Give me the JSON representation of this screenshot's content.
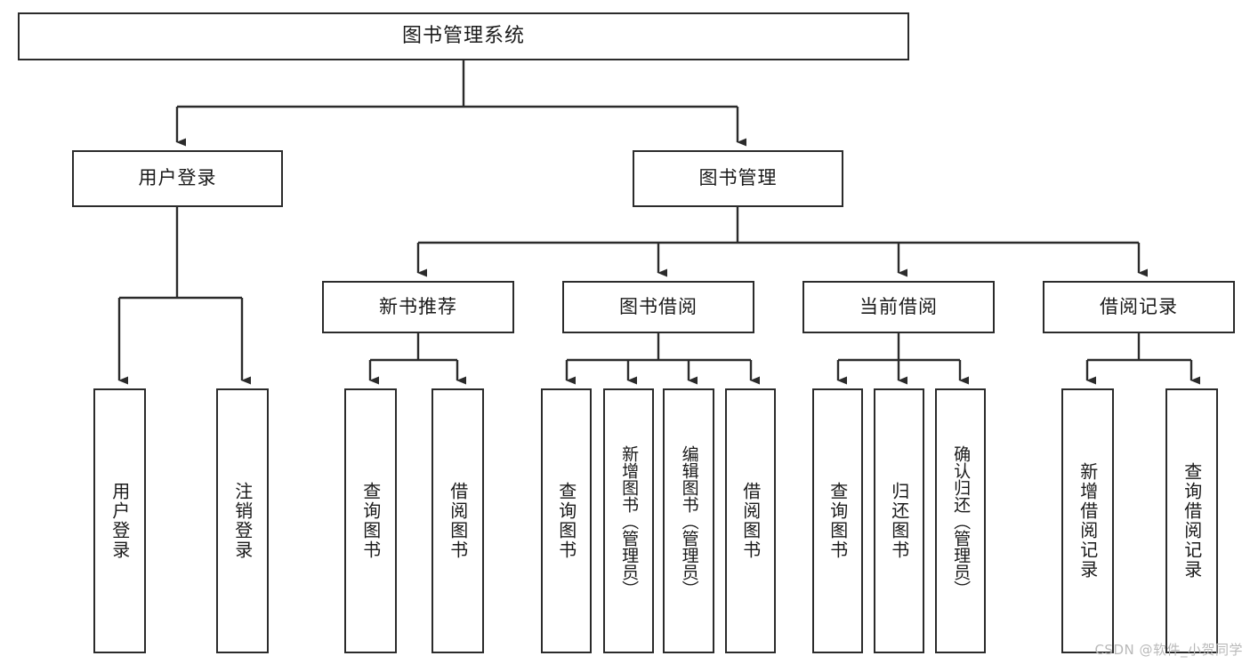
{
  "diagram": {
    "type": "tree-hierarchy-chart",
    "title": "图书管理系统",
    "watermark": "CSDN @软件_小贺同学",
    "colors": {
      "stroke": "#2b2b2b",
      "fill": "#ffffff",
      "text": "#1a1a1a",
      "watermark": "#b9b9b9"
    },
    "levels": {
      "root": {
        "label": "图书管理系统"
      },
      "level2": [
        {
          "label": "用户登录"
        },
        {
          "label": "图书管理"
        }
      ],
      "level3": [
        {
          "label": "新书推荐"
        },
        {
          "label": "图书借阅"
        },
        {
          "label": "当前借阅"
        },
        {
          "label": "借阅记录"
        }
      ],
      "leaves": {
        "user_login": [
          {
            "label": "用户登录"
          },
          {
            "label": "注销登录"
          }
        ],
        "new_book": [
          {
            "label": "查询图书"
          },
          {
            "label": "借阅图书"
          }
        ],
        "book_borrow": [
          {
            "label": "查询图书"
          },
          {
            "label": "新增图书（管理员）"
          },
          {
            "label": "编辑图书（管理员）"
          },
          {
            "label": "借阅图书"
          }
        ],
        "current_borrow": [
          {
            "label": "查询图书"
          },
          {
            "label": "归还图书"
          },
          {
            "label": "确认归还（管理员）"
          }
        ],
        "borrow_record": [
          {
            "label": "新增借阅记录"
          },
          {
            "label": "查询借阅记录"
          }
        ]
      }
    }
  }
}
